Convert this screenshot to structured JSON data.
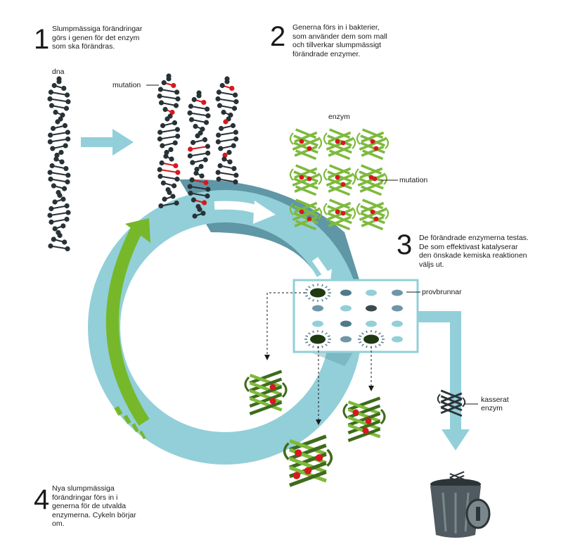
{
  "steps": [
    {
      "number": "1",
      "text": "Slumpmässiga förändringar görs i genen för det enzym som ska förändras."
    },
    {
      "number": "2",
      "text": "Generna förs in i bakterier, som använder dem som mall och tillverkar slumpmässigt förändrade enzymer."
    },
    {
      "number": "3",
      "text": "De förändrade enzymerna testas. De som effektivast katalyserar den önskade kemiska reaktionen väljs ut."
    },
    {
      "number": "4",
      "text": "Nya slumpmässiga förändringar förs in i generna för de utvalda enzymerna. Cykeln börjar om."
    }
  ],
  "labels": {
    "dna": "dna",
    "mutation_dna": "mutation",
    "enzym": "enzym",
    "mutation_enzyme": "mutation",
    "provbrunnar": "provbrunnar",
    "kasserat_enzym": "kasserat enzym"
  },
  "colors": {
    "ring": "#92cfd9",
    "ring_shadow": "#4e8c9c",
    "green_arrow": "#76b82a",
    "dna_dark": "#283236",
    "mutation_red": "#d7191f",
    "enzyme_green": "#7dba3c",
    "enzyme_dark_green": "#3f6b1c"
  },
  "icons": [
    "dna-strand-icon",
    "arrow-right-icon",
    "enzyme-icon",
    "well-plate-icon",
    "trash-can-icon",
    "arrow-down-icon"
  ]
}
